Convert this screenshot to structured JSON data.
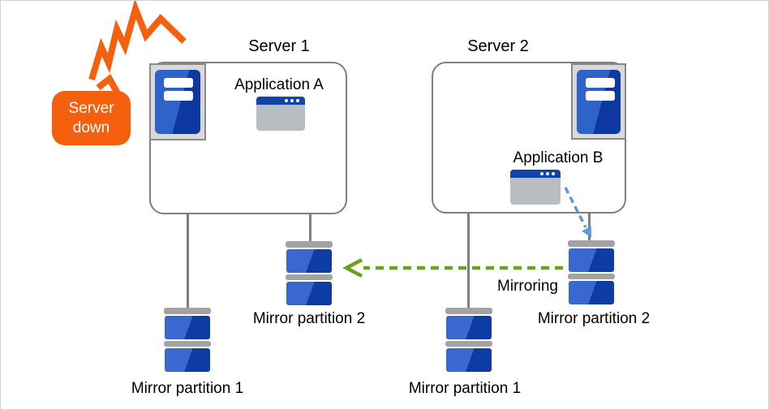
{
  "diagram": {
    "alert_badge": {
      "text": "Server down"
    },
    "server1": {
      "title": "Server 1",
      "application": "Application A",
      "mirror_partition_2": "Mirror partition 2",
      "mirror_partition_1": "Mirror partition 1"
    },
    "server2": {
      "title": "Server 2",
      "application": "Application B",
      "mirror_partition_1": "Mirror partition 1",
      "mirror_partition_2": "Mirror partition 2"
    },
    "mirroring_label": "Mirroring",
    "colors": {
      "alert_orange": "#f4600e",
      "disk_blue_light": "#3868d0",
      "disk_blue_dark": "#0e3ca5",
      "window_titlebar_blue": "#1143a8",
      "mirroring_arrow_green": "#6ba21a",
      "app_write_arrow_blue": "#5b9bd5",
      "connector_gray": "#7f7f7f"
    }
  }
}
